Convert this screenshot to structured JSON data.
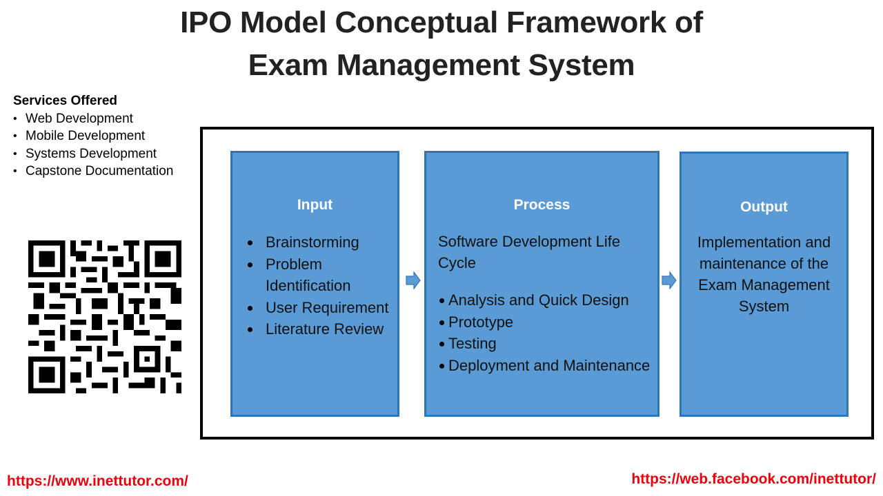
{
  "title": {
    "line1": "IPO Model Conceptual Framework of",
    "line2": "Exam Management System"
  },
  "services": {
    "heading": "Services Offered",
    "items": [
      "Web Development",
      "Mobile Development",
      "Systems Development",
      "Capstone Documentation"
    ]
  },
  "qr_code": {
    "description": "QR code"
  },
  "diagram": {
    "input": {
      "title": "Input",
      "items": [
        "Brainstorming",
        "Problem Identification",
        "User Requirement",
        "Literature Review"
      ]
    },
    "process": {
      "title": "Process",
      "intro": "Software Development Life Cycle",
      "items": [
        "Analysis and Quick Design",
        "Prototype",
        "Testing",
        "Deployment and Maintenance"
      ]
    },
    "output": {
      "title": "Output",
      "text": "Implementation and maintenance of the Exam Management System"
    },
    "arrows": [
      "right-arrow-icon",
      "right-arrow-icon"
    ]
  },
  "colors": {
    "box_fill": "#5b9bd5",
    "box_border": "#2e75b6",
    "link": "#e8000b",
    "title": "#222222"
  },
  "footer": {
    "left_link": "https://www.inettutor.com/",
    "right_link": "https://web.facebook.com/inettutor/"
  }
}
